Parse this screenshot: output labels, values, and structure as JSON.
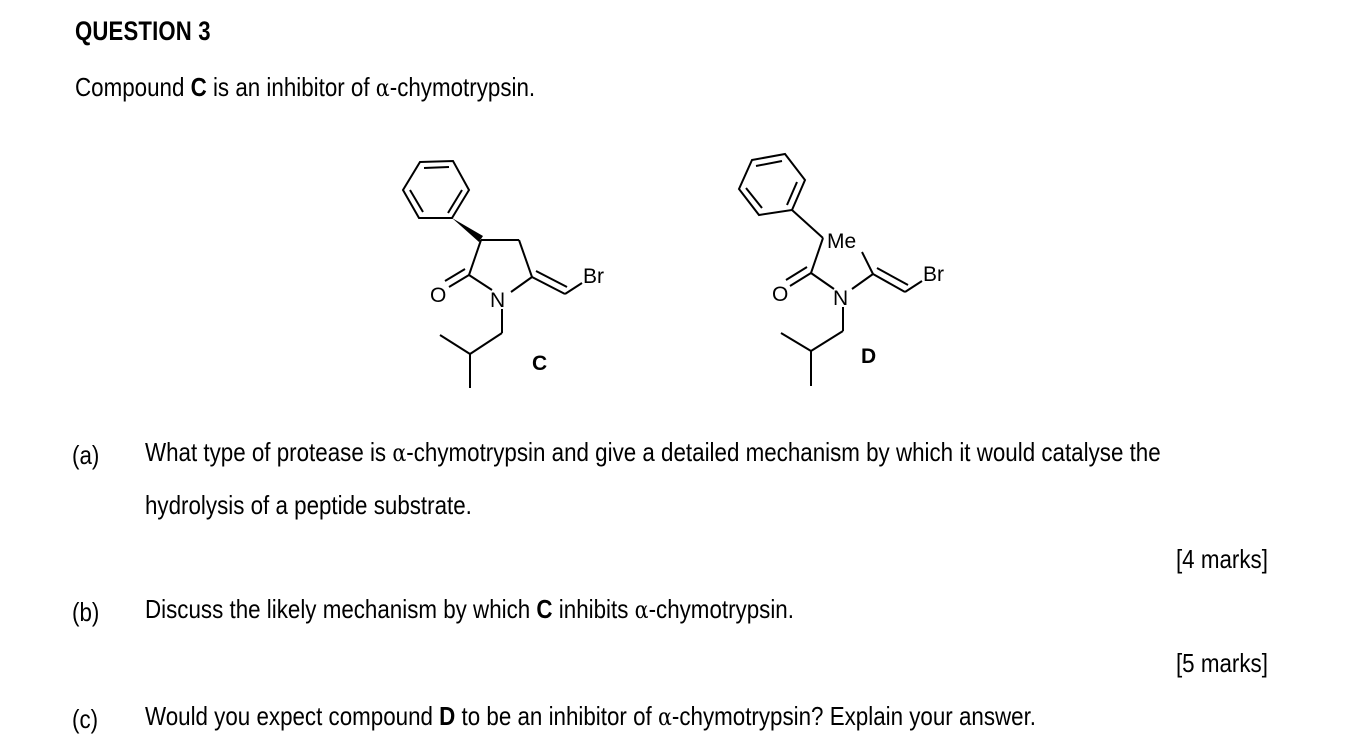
{
  "question": {
    "heading": "QUESTION 3"
  },
  "intro": {
    "prefix": "Compound ",
    "compound": "C",
    "middle": " is an inhibitor of ",
    "greek": "α",
    "suffix": "-chymotrypsin."
  },
  "structures": {
    "c": {
      "atom_o": "O",
      "atom_n": "N",
      "atom_br": "Br",
      "label": "C"
    },
    "d": {
      "atom_o": "O",
      "atom_n": "N",
      "atom_br": "Br",
      "atom_me": "Me",
      "label": "D"
    }
  },
  "parts": [
    {
      "label": "(a)",
      "line1_pre": "What type of protease is ",
      "greek": "α",
      "line1_post": "-chymotrypsin and give a detailed mechanism by which it would catalyse the",
      "line2": "hydrolysis of a peptide substrate.",
      "marks": "[4 marks]"
    },
    {
      "label": "(b)",
      "pre": "Discuss the likely mechanism by which ",
      "compound": "C",
      "mid": " inhibits ",
      "greek": "α",
      "post": "-chymotrypsin.",
      "marks": "[5 marks]"
    },
    {
      "label": "(c)",
      "pre": "Would you expect compound ",
      "compound": "D",
      "mid": " to be an inhibitor of ",
      "greek": "α",
      "post": "-chymotrypsin? Explain your answer."
    }
  ]
}
